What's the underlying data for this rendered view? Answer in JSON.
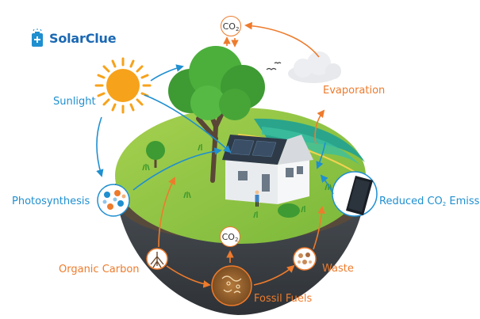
{
  "brand": {
    "name": "SolarClue",
    "icon": "battery-solar-icon"
  },
  "labels": {
    "sunlight": "Sunlight",
    "photosynthesis": "Photosynthesis",
    "organic_carbon": "Organic Carbon",
    "fossil_fuels": "Fossil Fuels",
    "waste": "Waste",
    "evaporation": "Evaporation",
    "reduced_co2_prefix": "Reduced CO",
    "reduced_co2_sub": "2",
    "reduced_co2_suffix": " Emiss"
  },
  "co2_badges": {
    "top": {
      "base": "CO",
      "sub": "2"
    },
    "bottom": {
      "base": "CO",
      "sub": "2"
    }
  },
  "colors": {
    "blue": "#1f8fd0",
    "orange": "#ee7b2c",
    "brand": "#1b68b3",
    "grass": "#8cc63f",
    "soil": "#5a4a3a",
    "rock": "#3f4348"
  },
  "icons": [
    "sun-icon",
    "cloud-icon",
    "birds-icon",
    "tree-icon",
    "house-icon",
    "solar-panel-icon",
    "person-icon",
    "roots-icon",
    "fossil-icon",
    "waste-icon",
    "molecules-icon"
  ]
}
